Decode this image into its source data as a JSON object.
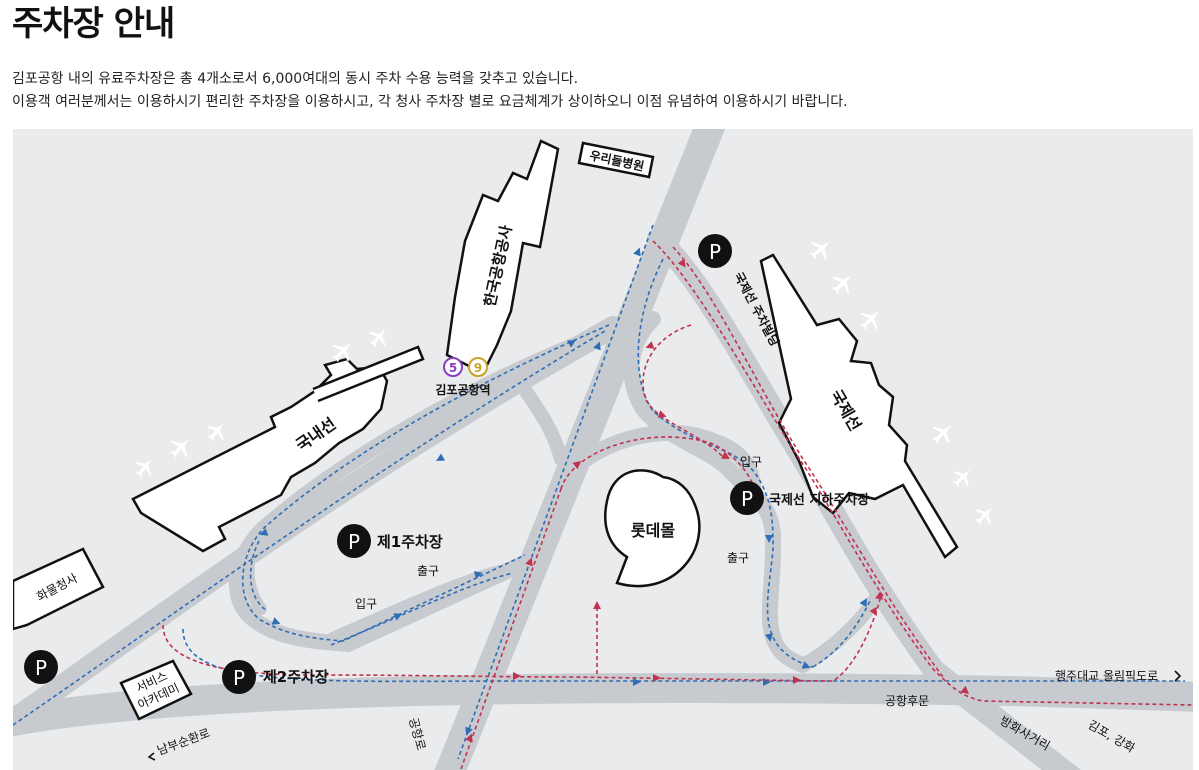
{
  "page": {
    "title": "주차장 안내",
    "description": [
      "김포공항 내의 유료주차장은 총 4개소로서 6,000여대의 동시 주차 수용 능력을 갖추고 있습니다.",
      "이용객 여러분께서는 이용하시기 편리한 주차장을 이용하시고, 각 청사 주차장 별로 요금체계가 상이하오니 이점 유념하여 이용하시기 바랍니다."
    ]
  },
  "map": {
    "buildings": {
      "kac": "한국공항공사",
      "domestic": "국내선",
      "international": "국제선",
      "intl_parking_building": "국제선 주차빌딩",
      "cargo": "화물청사",
      "service_academy": [
        "서비스",
        "아카데미"
      ],
      "lotte_mall": "롯데몰",
      "hospital": "우리들병원"
    },
    "station": {
      "name": "김포공항역",
      "lines": [
        "5",
        "9"
      ],
      "line_colors": [
        "#8a3fbf",
        "#c9a227"
      ]
    },
    "parking": {
      "symbol": "P",
      "lot1": "제1주차장",
      "lot2": "제2주차장",
      "intl_underground": "국제선 지하주차장"
    },
    "labels": {
      "entrance": "입구",
      "exit": "출구",
      "airport_rear_gate": "공항후문"
    },
    "roads": {
      "haengju": "행주대교 올림픽도로",
      "bangwha": "방화사거리",
      "gimpo_ganghwa": "김포, 강화",
      "nambu": "남부순환로",
      "gonghang": "공항로"
    },
    "colors": {
      "background": "#e9ebed",
      "road": "#c7cbcf",
      "route_blue": "#2f6db5",
      "route_red": "#c2324f"
    }
  }
}
